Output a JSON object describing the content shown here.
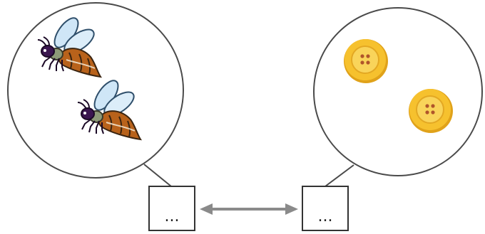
{
  "diagram": {
    "left_group": {
      "picture": {
        "subject": "bee",
        "count": 2
      },
      "box_label": "..."
    },
    "right_group": {
      "picture": {
        "subject": "button",
        "count": 2
      },
      "box_label": "..."
    },
    "connector": {
      "type": "double-headed-arrow",
      "color": "#8a8a8a"
    }
  },
  "colors": {
    "outline": "#4a4a4a",
    "bee_body": "#b8621b",
    "bee_head": "#3b1650",
    "bee_wing": "#cfe6f7",
    "button_fill": "#f6c12e",
    "button_rim": "#e0a21a"
  },
  "icons": [
    "bee-icon",
    "button-icon",
    "double-arrow-icon"
  ]
}
